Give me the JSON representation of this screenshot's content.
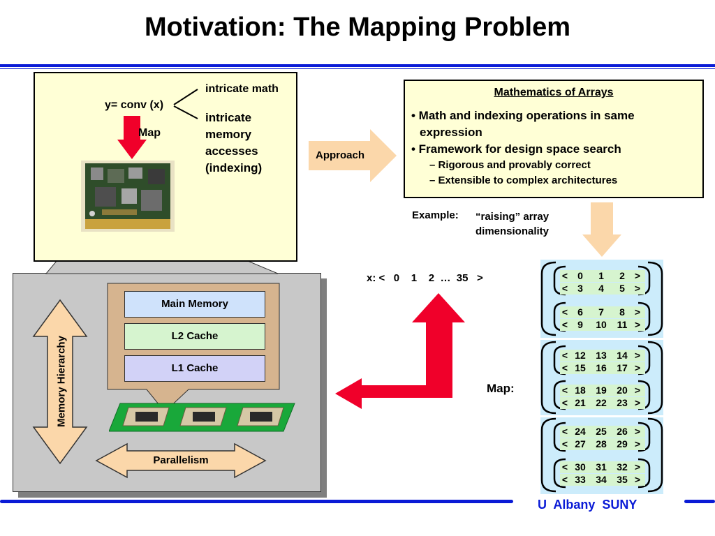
{
  "title": "Motivation: The Mapping Problem",
  "left_box": {
    "equation": "y= conv (x)",
    "branch_math": "intricate math",
    "branch_memory": [
      "intricate",
      "memory",
      "accesses",
      "(indexing)"
    ],
    "map_label": "Map"
  },
  "approach_label": "Approach",
  "math_of_arrays": {
    "title": "Mathematics of Arrays",
    "bullets": [
      "• Math and indexing operations in same",
      "expression",
      "• Framework for design space search"
    ],
    "sub_bullets": [
      "– Rigorous and provably correct",
      "– Extensible to complex architectures"
    ]
  },
  "example": {
    "label": "Example:",
    "text": [
      "“raising” array",
      "dimensionality"
    ]
  },
  "x_vector": "x: <   0    1    2  …  35   >",
  "map2_label": "Map:",
  "hierarchy": {
    "main_memory": "Main Memory",
    "l2": "L2 Cache",
    "l1": "L1 Cache",
    "vertical_label": "Memory Hierarchy",
    "parallelism": "Parallelism"
  },
  "array_rows": [
    [
      "0",
      "1",
      "2"
    ],
    [
      "3",
      "4",
      "5"
    ],
    [
      "6",
      "7",
      "8"
    ],
    [
      "9",
      "10",
      "11"
    ],
    [
      "12",
      "13",
      "14"
    ],
    [
      "15",
      "16",
      "17"
    ],
    [
      "18",
      "19",
      "20"
    ],
    [
      "21",
      "22",
      "23"
    ],
    [
      "24",
      "25",
      "26"
    ],
    [
      "27",
      "28",
      "29"
    ],
    [
      "30",
      "31",
      "32"
    ],
    [
      "33",
      "34",
      "35"
    ]
  ],
  "footer": "U  Albany  SUNY",
  "colors": {
    "accent_blue": "#0a1bd6",
    "arrow_red": "#f0002a",
    "arrow_peach": "#fbd7aa",
    "note_yellow": "#ffffd6"
  },
  "icons": [
    "circuit-board-image",
    "chip-icon"
  ]
}
